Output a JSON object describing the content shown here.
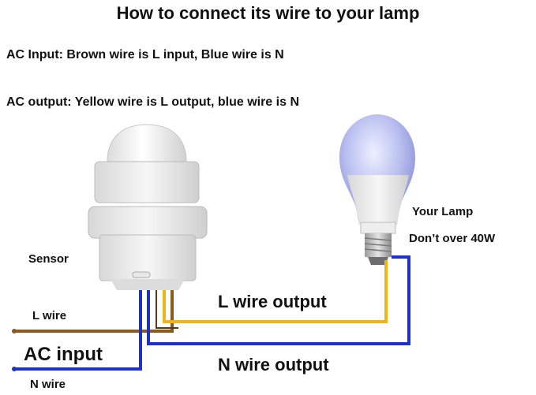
{
  "title": "How to connect its wire to your lamp",
  "instructions": {
    "input": "AC Input: Brown wire is L input, Blue wire is N",
    "output": "AC output: Yellow wire is L output, blue wire is N"
  },
  "lamp": {
    "name": "Your Lamp",
    "limit": "Don’t over 40W"
  },
  "sensor": {
    "label": "Sensor"
  },
  "wires": {
    "l_wire": "L wire",
    "ac_input": "AC input",
    "n_wire": "N wire",
    "l_output": "L wire output",
    "n_output": "N wire output"
  },
  "colors": {
    "brown": "#8B5A1E",
    "blue": "#1E32C8",
    "yellow": "#F2B414"
  }
}
